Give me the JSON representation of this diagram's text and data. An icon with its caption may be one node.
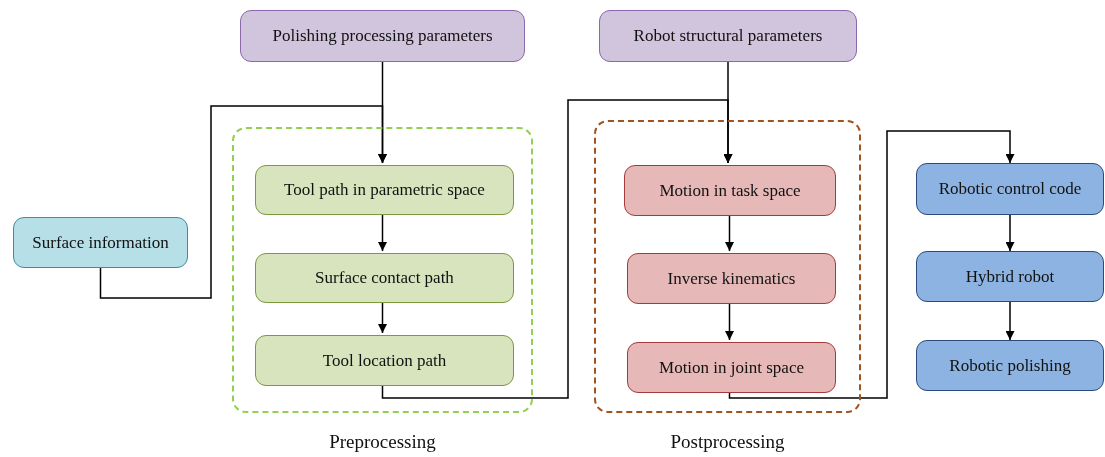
{
  "diagram": {
    "nodes": [
      {
        "text": [
          "Polishing processing parameters"
        ]
      },
      {
        "text": [
          "Robot structural parameters"
        ]
      },
      {
        "text": [
          "Surface information"
        ]
      },
      {
        "text": [
          "Preprocessing"
        ]
      },
      {
        "text": [
          "Tool path in parametric space"
        ],
        "in": 3
      },
      {
        "text": [
          "Surface contact path"
        ],
        "in": 3
      },
      {
        "text": [
          "Tool location path"
        ],
        "in": 3
      },
      {
        "text": [
          "Postprocessing"
        ]
      },
      {
        "text": [
          "Motion in task space"
        ],
        "in": 7
      },
      {
        "text": [
          "Inverse kinematics"
        ],
        "in": 7
      },
      {
        "text": [
          "Motion in joint space"
        ],
        "in": 7
      },
      {
        "text": [
          "Robotic control code"
        ]
      },
      {
        "text": [
          "Hybrid robot"
        ]
      },
      {
        "text": [
          "Robotic polishing"
        ]
      }
    ],
    "edges": [
      {
        "from": 0,
        "to": 4,
        "arrow": "to"
      },
      {
        "from": 2,
        "to": 4,
        "arrow": "to"
      },
      {
        "from": 4,
        "to": 5,
        "arrow": "to"
      },
      {
        "from": 5,
        "to": 6,
        "arrow": "to"
      },
      {
        "from": 1,
        "to": 8,
        "arrow": "to"
      },
      {
        "from": 6,
        "to": 8,
        "arrow": "to"
      },
      {
        "from": 8,
        "to": 9,
        "arrow": "to"
      },
      {
        "from": 9,
        "to": 10,
        "arrow": "to"
      },
      {
        "from": 10,
        "to": 11,
        "arrow": "to"
      },
      {
        "from": 11,
        "to": 12,
        "arrow": "to"
      },
      {
        "from": 12,
        "to": 13,
        "arrow": "to"
      }
    ]
  }
}
